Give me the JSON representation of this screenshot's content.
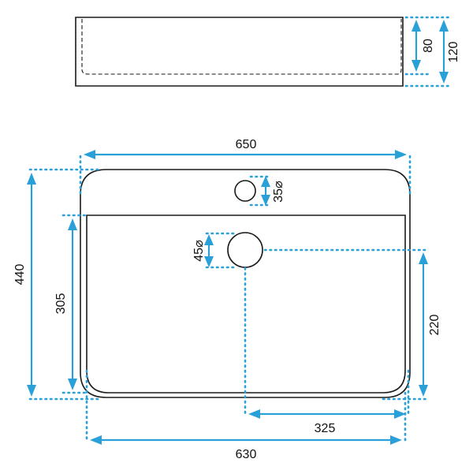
{
  "side_view": {
    "inner_height_label": "80",
    "outer_height_label": "120"
  },
  "top_view": {
    "overall_width_label": "650",
    "overall_depth_label": "440",
    "inner_depth_label": "305",
    "tap_hole_label": "35⌀",
    "drain_label": "45⌀",
    "drain_offset_y_label": "220",
    "drain_offset_x_label": "325",
    "inner_width_label": "630"
  },
  "colors": {
    "dimension": "#2aa0d8",
    "outline": "#1a1a1a"
  }
}
